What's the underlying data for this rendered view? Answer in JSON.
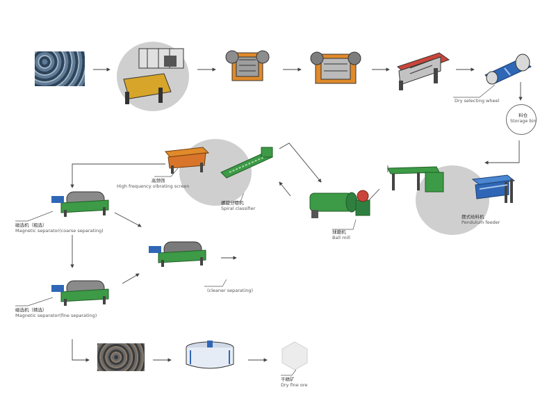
{
  "diagram": {
    "title": "Iron ore beneficiation flow",
    "nodes": {
      "ore": {
        "label_en": "",
        "label_cn": ""
      },
      "vibrating_feeder": {
        "label_en": "",
        "label_cn": ""
      },
      "jaw_crusher_primary": {
        "label_en": "",
        "label_cn": ""
      },
      "jaw_crusher_secondary": {
        "label_en": "",
        "label_cn": ""
      },
      "vibrating_screen": {
        "label_en": "",
        "label_cn": ""
      },
      "dry_separator": {
        "label_en": "Dry selecting wheel",
        "label_cn": ""
      },
      "storage_bin": {
        "label_en": "Storage bin",
        "label_cn": "料仓"
      },
      "pendulum_feeder": {
        "label_en": "Pendulum feeder",
        "label_cn": "摆式给料机"
      },
      "ball_mill": {
        "label_en": "Ball mill",
        "label_cn": "球磨机"
      },
      "spiral_classifier": {
        "label_en": "Spiral classifier",
        "label_cn": "螺旋分级机"
      },
      "hf_screen": {
        "label_en": "High frequency vibrating screen",
        "label_cn": "高频筛"
      },
      "mag_sep_coarse": {
        "label_en": "Magnetic separator(coarse separating)",
        "label_cn": "磁选机（粗选）"
      },
      "mag_sep_mid": {
        "label_en": "(cleaner separating)",
        "label_cn": ""
      },
      "mag_sep_fine": {
        "label_en": "Magnetic separator(fine separating)",
        "label_cn": "磁选机（精选）"
      },
      "concentrate": {
        "label_en": "",
        "label_cn": ""
      },
      "thickener": {
        "label_en": "",
        "label_cn": ""
      },
      "dry_fine_ore": {
        "label_en": "Dry fine ore",
        "label_cn": "干精矿"
      }
    }
  }
}
